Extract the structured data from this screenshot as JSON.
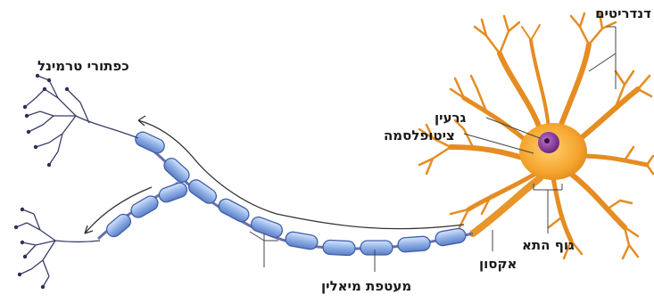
{
  "labels": {
    "dendrites": "דנדריטים",
    "terminal_buttons": "כפתורי טרמינל",
    "nucleus": "גרעין",
    "cytoplasm": "ציטופלסמה",
    "cell_body": "גוף התא",
    "axon": "אקסון",
    "myelin_sheath": "מעטפת מיאלין"
  },
  "colors": {
    "cell_body": "#f0a030",
    "nucleus": "#8a3a9a",
    "myelin": "#9db7e8",
    "myelin_edge": "#3f5fa8",
    "axon": "#6a6fa8",
    "terminal": "#3a3e6a"
  }
}
